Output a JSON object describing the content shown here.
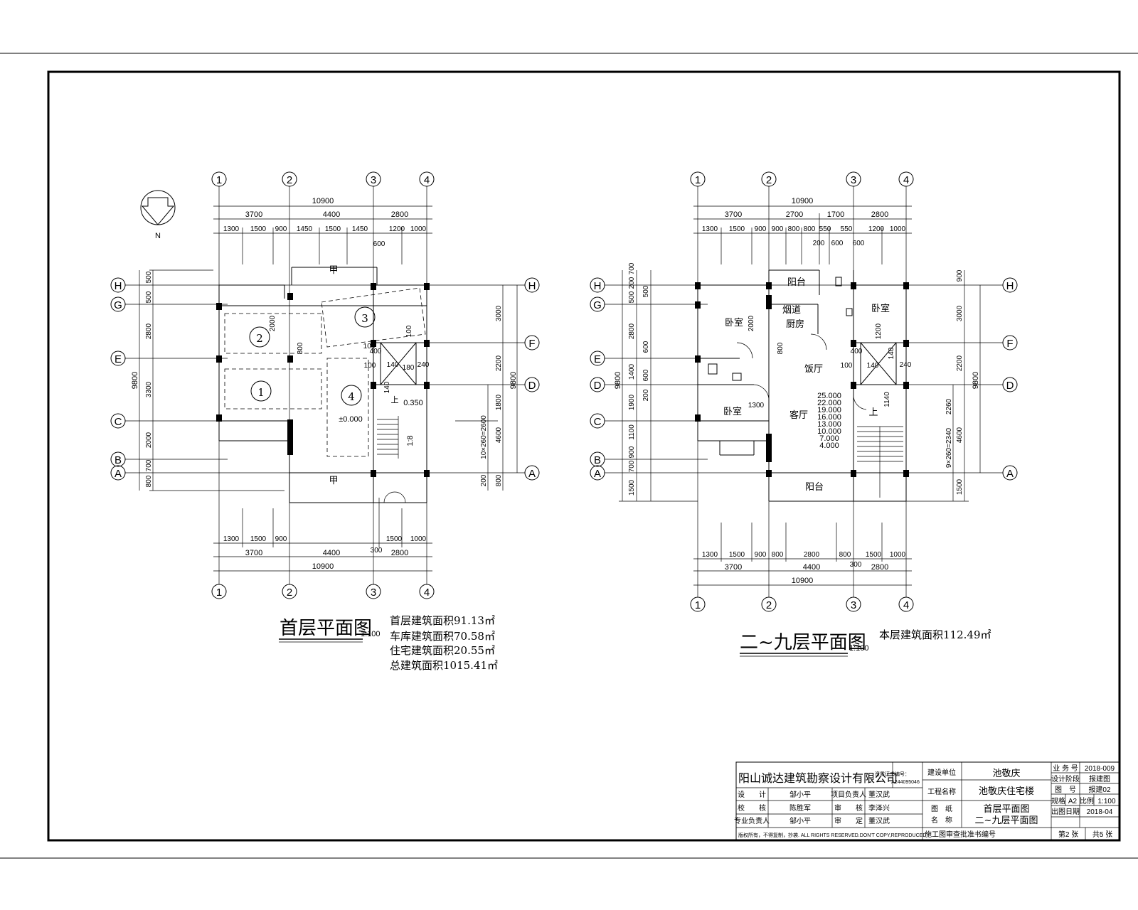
{
  "grid_labels": {
    "c1": "1",
    "c2": "2",
    "c3": "3",
    "c4": "4",
    "rH": "H",
    "rG": "G",
    "rF": "F",
    "rE": "E",
    "rD": "D",
    "rC": "C",
    "rB": "B",
    "rA": "A"
  },
  "north": "N",
  "plan1": {
    "title": "首层平面图",
    "scale": "1:100",
    "areas": [
      "首层建筑面积91.13㎡",
      "车库建筑面积70.58㎡",
      "住宅建筑面积20.55㎡",
      "总建筑面积1015.41㎡"
    ],
    "dims_top": {
      "total": "10900",
      "seg": [
        "3700",
        "4400",
        "2800"
      ],
      "sub": [
        "1300",
        "1500",
        "900",
        "1450",
        "1500",
        "1450",
        "1200",
        "1000"
      ],
      "extra": "600"
    },
    "dims_bottom": {
      "sub": [
        "1300",
        "1500",
        "900",
        "1500",
        "1000"
      ],
      "seg": [
        "3700",
        "4400",
        "2800"
      ],
      "total": "10900",
      "extra": "300"
    },
    "dims_left": {
      "total": "9800",
      "seg": [
        "500",
        "500",
        "2800",
        "3300",
        "2000",
        "700",
        "800"
      ]
    },
    "dims_right": {
      "seg": [
        "3000",
        "2200",
        "1800",
        "4600",
        "200",
        "800"
      ],
      "total": "9800",
      "stair": "10×260=2600"
    },
    "spaces": [
      "1",
      "2",
      "3",
      "4"
    ],
    "marks": {
      "level0": "±0.000",
      "level1": "0.350",
      "ramp": "1:8",
      "up": "上",
      "door_a": "甲",
      "door_b": "甲",
      "shaft": [
        "400",
        "140",
        "100",
        "180",
        "240",
        "100",
        "140",
        "800",
        "100",
        "2000"
      ]
    }
  },
  "plan2": {
    "title": "二~九层平面图",
    "scale": "1:100",
    "area": "本层建筑面积112.49㎡",
    "dims_top": {
      "total": "10900",
      "seg": [
        "3700",
        "2700",
        "1700",
        "2800"
      ],
      "sub": [
        "1300",
        "1500",
        "900",
        "900",
        "800",
        "800",
        "550",
        "550",
        "1200",
        "1000"
      ],
      "sub2": [
        "200",
        "600",
        "600"
      ]
    },
    "dims_bottom": {
      "sub": [
        "1300",
        "1500",
        "900",
        "800",
        "2800",
        "800",
        "1500",
        "1000"
      ],
      "seg": [
        "3700",
        "4400",
        "2800"
      ],
      "total": "10900",
      "extra": "300"
    },
    "dims_left": {
      "total": "9800",
      "seg": [
        "700",
        "200",
        "500",
        "2800",
        "1400",
        "1900",
        "1100",
        "900",
        "700",
        "1500"
      ],
      "inner": [
        "500",
        "600",
        "600",
        "200"
      ]
    },
    "dims_right": {
      "seg": [
        "900",
        "3000",
        "2200",
        "4600",
        "1500"
      ],
      "total": "9800",
      "stair": "9×260=2340",
      "extra": "2260"
    },
    "rooms": {
      "balcony_top": "阳台",
      "flue": "烟道",
      "kitchen": "厨房",
      "bed1": "卧室",
      "bed2": "卧室",
      "bed3": "卧室",
      "dining": "饭厅",
      "living": "客厅",
      "balcony_bottom": "阳台",
      "up": "上"
    },
    "levels": [
      "25.000",
      "22.000",
      "19.000",
      "16.000",
      "13.000",
      "10.000",
      "7.000",
      "4.000"
    ],
    "small": [
      "2000",
      "600",
      "1300",
      "1200",
      "800",
      "100",
      "140",
      "400",
      "140",
      "240",
      "1140"
    ]
  },
  "titleblock": {
    "company": "阳山诚达建筑勘察设计有限公司",
    "cert_label": "资质证书编号：",
    "cert_no": "A244095046",
    "client_label": "建设单位",
    "client": "池敬庆",
    "project_label": "工程名称",
    "project": "池敬庆住宅楼",
    "drawing_label1": "图　纸",
    "drawing_label2": "名　称",
    "drawing1": "首层平面图",
    "drawing2": "二~九层平面图",
    "rows": [
      {
        "role": "设　　计",
        "name": "邹小平",
        "role2": "项目负责人",
        "name2": "董汉武"
      },
      {
        "role": "校　　核",
        "name": "陈胜军",
        "role2": "审　　核",
        "name2": "李泽兴"
      },
      {
        "role": "专业负责人",
        "name": "邹小平",
        "role2": "审　　定",
        "name2": "董汉武"
      }
    ],
    "right": {
      "job_label": "业 务 号",
      "job": "2018-009",
      "stage_label": "设计阶段",
      "stage": "报建图",
      "dwgno_label": "图　号",
      "dwgno": "报建02",
      "size_label": "规格",
      "size": "A2",
      "scale_label": "比例",
      "scale": "1:100",
      "date_label": "出图日期",
      "date": "2018-04",
      "sheet": "第2 张",
      "total": "共5 张"
    },
    "copyright": "版权所有，不得复制，抄袭. ALL RIGHTS RESERVED.DON'T COPY,REPRODUCED",
    "approval": "施工图审查批准书编号"
  }
}
